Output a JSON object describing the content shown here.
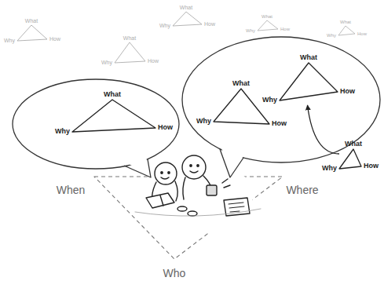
{
  "diagram": {
    "nodes": [
      {
        "text": [
          "What",
          "Why",
          "How"
        ]
      },
      {
        "text": [
          "What",
          "Why",
          "How"
        ]
      },
      {
        "text": [
          "What",
          "Why",
          "How"
        ]
      },
      {
        "text": [
          "What",
          "Why",
          "How"
        ]
      },
      {
        "text": [
          "What",
          "Why",
          "How"
        ]
      },
      {
        "text": [
          "What",
          "Why",
          "How"
        ]
      },
      {
        "text": [
          "What",
          "Why",
          "How"
        ]
      },
      {
        "text": [
          "What",
          "Why",
          "How"
        ]
      },
      {
        "text": [
          "What",
          "Why",
          "How"
        ]
      },
      {
        "text": [
          "When",
          "Where",
          "Who"
        ]
      }
    ],
    "edges": [
      {
        "from": 8,
        "to": 7,
        "arrow": "to"
      }
    ]
  }
}
